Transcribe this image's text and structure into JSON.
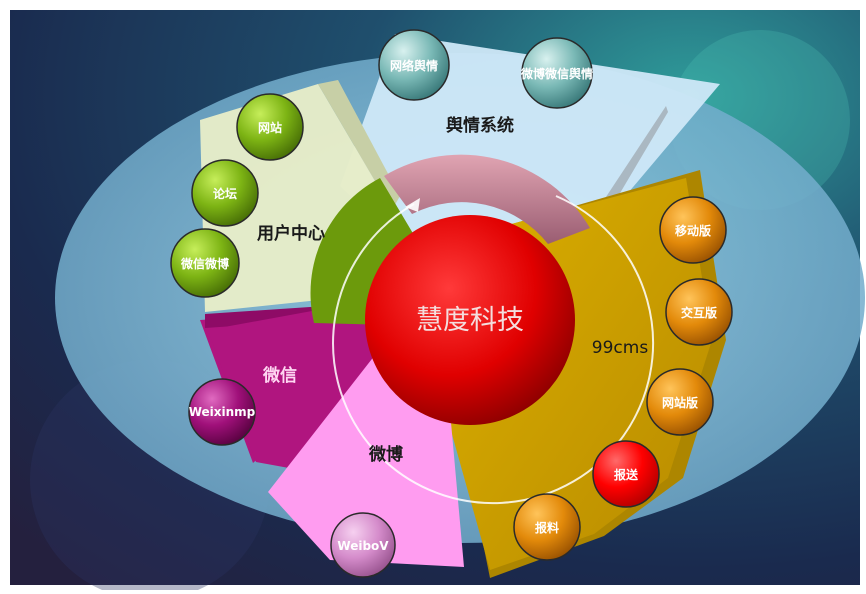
{
  "center": {
    "label": "慧度科技"
  },
  "sectors": {
    "yuqing": {
      "label": "舆情系统"
    },
    "user": {
      "label": "用户中心"
    },
    "cms": {
      "label": "99cms"
    },
    "weixin": {
      "label": "微信"
    },
    "weibo": {
      "label": "微博"
    }
  },
  "bubbles": {
    "yuqing": [
      "网络舆情",
      "微博微信舆情"
    ],
    "user": [
      "网站",
      "论坛",
      "微信微博"
    ],
    "cms": [
      "移动版",
      "交互版",
      "网站版",
      "报送",
      "报料"
    ],
    "weixin": [
      "Weixinmp"
    ],
    "weibo": [
      "WeiboV"
    ]
  },
  "colors": {
    "yuqing": "#cfe8f8",
    "user": "#e6ecc8",
    "cms": "#c99d00",
    "weixin": "#b0157f",
    "weibo": "#ff9cf0",
    "center": "#e60000",
    "ring_olive": "#6c9a0c",
    "ring_rose": "#b97d8f",
    "bubble_teal": "#5a9f9f",
    "bubble_green": "#6fa10a",
    "bubble_orange": "#d27a00",
    "bubble_red": "#ff0000",
    "bubble_magenta": "#8e0a6a",
    "bubble_pink": "#c97ac0"
  }
}
